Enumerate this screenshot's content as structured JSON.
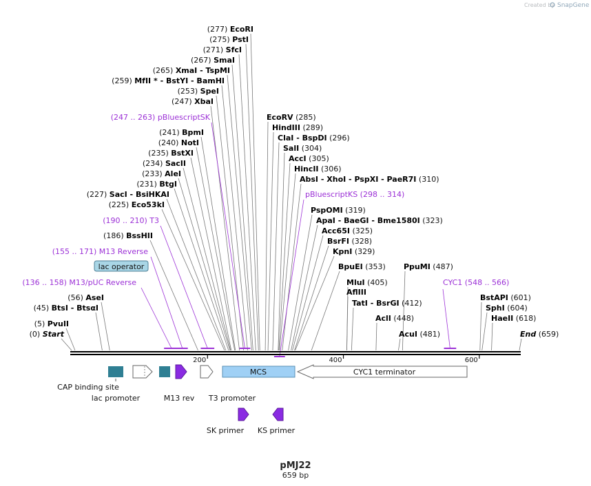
{
  "credit": {
    "created_by": "Created by",
    "brand": "SnapGene"
  },
  "map": {
    "name": "pMJ22",
    "length_label": "659 bp",
    "length": 659
  },
  "colors": {
    "feature": "#9b2fd6",
    "teal": "#2f7f93",
    "mcs": "#9fd0f5",
    "operator": "#a9d6e6",
    "backbone": "#000000"
  },
  "axis": {
    "ticks": [
      {
        "pos": 200,
        "label": "200"
      },
      {
        "pos": 400,
        "label": "400"
      },
      {
        "pos": 600,
        "label": "600"
      }
    ]
  },
  "sites": [
    {
      "pos": "(277)",
      "name": "EcoRI",
      "bp": 277
    },
    {
      "pos": "(275)",
      "name": "PstI",
      "bp": 275
    },
    {
      "pos": "(271)",
      "name": "SfcI",
      "bp": 271
    },
    {
      "pos": "(267)",
      "name": "SmaI",
      "bp": 267
    },
    {
      "pos": "(265)",
      "name": "XmaI  -  TspMI",
      "bp": 265
    },
    {
      "pos": "(259)",
      "name": "MfII *  -  BstYI  -  BamHI",
      "bp": 259
    },
    {
      "pos": "(253)",
      "name": "SpeI",
      "bp": 253
    },
    {
      "pos": "(247)",
      "name": "XbaI",
      "bp": 247
    },
    {
      "pos": "(241)",
      "name": "BpmI",
      "bp": 241
    },
    {
      "pos": "(240)",
      "name": "NotI",
      "bp": 240
    },
    {
      "pos": "(235)",
      "name": "BstXI",
      "bp": 235
    },
    {
      "pos": "(234)",
      "name": "SacII",
      "bp": 234
    },
    {
      "pos": "(233)",
      "name": "AleI",
      "bp": 233
    },
    {
      "pos": "(231)",
      "name": "BtgI",
      "bp": 231
    },
    {
      "pos": "(227)",
      "name": "SacI  -  BsiHKAI",
      "bp": 227
    },
    {
      "pos": "(225)",
      "name": "Eco53kI",
      "bp": 225
    },
    {
      "pos": "(186)",
      "name": "BssHII",
      "bp": 186
    },
    {
      "pos": "(56)",
      "name": "AseI",
      "bp": 56
    },
    {
      "pos": "(45)",
      "name": "BtsI  -  BtsαI",
      "bp": 45
    },
    {
      "pos": "(5)",
      "name": "PvuII",
      "bp": 5
    },
    {
      "pos": "(0)",
      "name": "Start",
      "bp": 0
    },
    {
      "pos": "(285)",
      "name": "EcoRV",
      "bp": 285
    },
    {
      "pos": "(289)",
      "name": "HindIII",
      "bp": 289
    },
    {
      "pos": "(296)",
      "name": "ClaI  -  BspDI",
      "bp": 296
    },
    {
      "pos": "(304)",
      "name": "SalI",
      "bp": 304
    },
    {
      "pos": "(305)",
      "name": "AccI",
      "bp": 305
    },
    {
      "pos": "(306)",
      "name": "HincII",
      "bp": 306
    },
    {
      "pos": "(310)",
      "name": "AbsI  -  XhoI  -  PspXI  -  PaeR7I",
      "bp": 310
    },
    {
      "pos": "(319)",
      "name": "PspOMI",
      "bp": 319
    },
    {
      "pos": "(323)",
      "name": "ApaI  -  BaeGI  -  Bme1580I",
      "bp": 323
    },
    {
      "pos": "(325)",
      "name": "Acc65I",
      "bp": 325
    },
    {
      "pos": "(328)",
      "name": "BsrFI",
      "bp": 328
    },
    {
      "pos": "(329)",
      "name": "KpnI",
      "bp": 329
    },
    {
      "pos": "(353)",
      "name": "BpuEI",
      "bp": 353
    },
    {
      "pos": "(405)",
      "name": "MluI",
      "bp": 405
    },
    {
      "pos": "",
      "name": "AflIII",
      "bp": 405
    },
    {
      "pos": "(412)",
      "name": "TatI  -  BsrGI",
      "bp": 412
    },
    {
      "pos": "(448)",
      "name": "AclI",
      "bp": 448
    },
    {
      "pos": "(481)",
      "name": "AcuI",
      "bp": 481
    },
    {
      "pos": "(487)",
      "name": "PpuMI",
      "bp": 487
    },
    {
      "pos": "(601)",
      "name": "BstAPI",
      "bp": 601
    },
    {
      "pos": "(604)",
      "name": "SphI",
      "bp": 604
    },
    {
      "pos": "(618)",
      "name": "HaeII",
      "bp": 618
    },
    {
      "pos": "(659)",
      "name": "End",
      "bp": 659
    }
  ],
  "features": [
    {
      "text": "(247 .. 263)  pBluescriptSK",
      "start": 247,
      "end": 263
    },
    {
      "text": "pBluescriptKS  (298 .. 314)",
      "start": 298,
      "end": 314
    },
    {
      "text": "(190 .. 210)  T3",
      "start": 190,
      "end": 210
    },
    {
      "text": "(155 .. 171)  M13 Reverse",
      "start": 155,
      "end": 171
    },
    {
      "text": "(136 .. 158)  M13/pUC Reverse",
      "start": 136,
      "end": 158
    },
    {
      "text": "CYC1  (548 .. 566)",
      "start": 548,
      "end": 566
    }
  ],
  "operator": {
    "label": "lac operator"
  },
  "elements": {
    "cap": "CAP binding site",
    "lac_promoter": "lac promoter",
    "m13_rev": "M13 rev",
    "t3_promoter": "T3 promoter",
    "mcs": "MCS",
    "cyc1": "CYC1 terminator",
    "sk": "SK primer",
    "ks": "KS primer"
  }
}
